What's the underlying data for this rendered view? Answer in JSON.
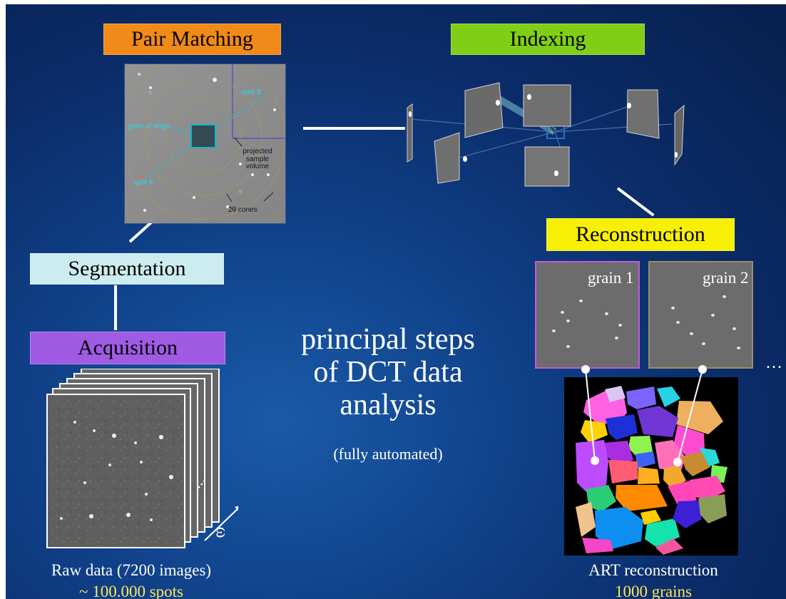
{
  "steps": {
    "pair_matching": "Pair Matching",
    "indexing": "Indexing",
    "segmentation": "Segmentation",
    "acquisition": "Acquisition",
    "reconstruction": "Reconstruction"
  },
  "pair_matching_image": {
    "spot_b": "spot B",
    "grain_of_origin": "grain of origin",
    "spot_a": "spot A",
    "projected_sample_volume": "projected sample volume",
    "cones": "2θ cones"
  },
  "title": {
    "line_1": "principal steps",
    "line_2": "of DCT data",
    "line_3": "analysis",
    "subtitle": "(fully automated)"
  },
  "reconstruction": {
    "grain_1": "grain 1",
    "grain_2": "grain 2",
    "more": "..."
  },
  "raw_data": {
    "caption": "Raw data (7200 images)",
    "spots": "~ 100.000 spots",
    "ellipsis": "...",
    "omega": "ω"
  },
  "art": {
    "caption": "ART reconstruction",
    "grains": "1000 grains"
  },
  "colors": {
    "background": "#0f3f86",
    "pair_matching": "#f08a18",
    "indexing": "#80cf16",
    "segmentation": "#ccecef",
    "acquisition": "#9f5be4",
    "reconstruction": "#f7ef06",
    "yellow_text": "#ffe75a"
  }
}
